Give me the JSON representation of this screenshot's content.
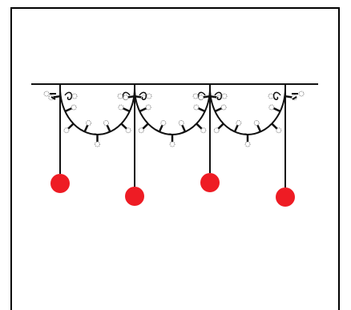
{
  "diagram": {
    "colors": {
      "line": "#111111",
      "ball": "#ee1c24",
      "bulb_outline": "#555555",
      "frame": "#000000",
      "background": "#ffffff"
    },
    "elements": {
      "rod": "rod",
      "pendant_count": 4,
      "garland_count": 3,
      "bulbs_per_garland": 9
    }
  }
}
